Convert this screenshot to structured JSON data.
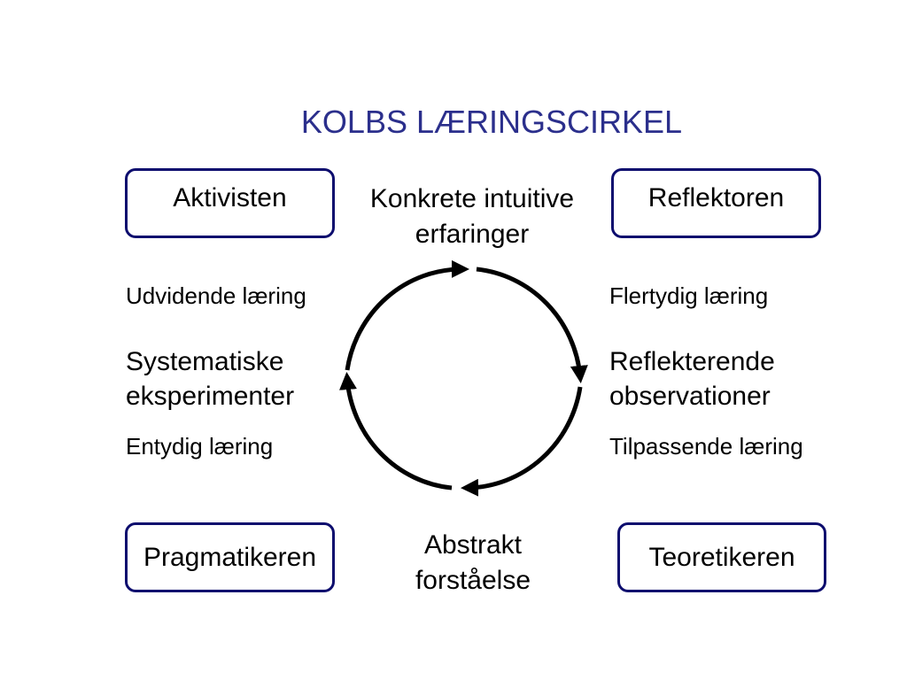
{
  "title": "KOLBS LÆRINGSCIRKEL",
  "boxes": {
    "top_left": "Aktivisten",
    "top_right": "Reflektoren",
    "bottom_left": "Pragmatikeren",
    "bottom_right": "Teoretikeren"
  },
  "poles": {
    "top": [
      "Konkrete intuitive",
      "erfaringer"
    ],
    "bottom": [
      "Abstrakt",
      "forståelse"
    ]
  },
  "left": {
    "upper": "Udvidende læring",
    "middle": [
      "Systematiske",
      "eksperimenter"
    ],
    "lower": "Entydig læring"
  },
  "right": {
    "upper": "Flertydig læring",
    "middle": [
      "Reflekterende",
      "observationer"
    ],
    "lower": "Tilpassende læring"
  },
  "colors": {
    "title": "#2b2f8c",
    "box_border": "#0d0d6e",
    "arrow": "#000000"
  },
  "cycle": {
    "direction": "clockwise",
    "arrow_count": 4
  }
}
